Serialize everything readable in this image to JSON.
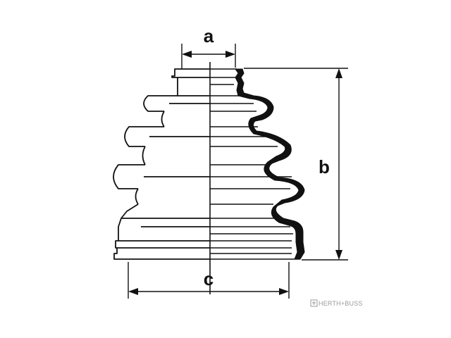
{
  "dimensions": {
    "a": "a",
    "b": "b",
    "c": "c"
  },
  "watermark": {
    "text": "HERTH+BUSS",
    "logo": "herth-buss-logo"
  },
  "colors": {
    "line": "#111111",
    "profile_fill": "#111111",
    "background": "#ffffff"
  }
}
